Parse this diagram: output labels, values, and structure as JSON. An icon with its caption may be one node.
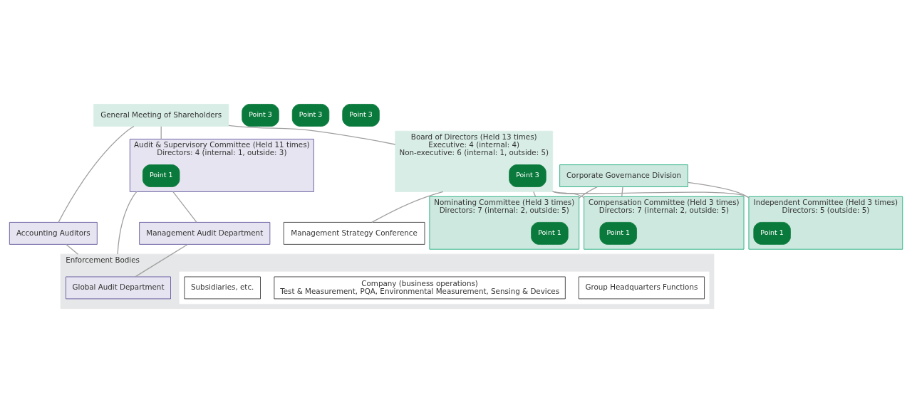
{
  "diagram": {
    "nodes": [
      {
        "text": [
          "General Meeting of Shareholders"
        ]
      },
      {
        "text": [
          "Board of Directors (Held 13 times)",
          "Executive: 4 (internal: 4)",
          "Non-executive: 6 (internal: 1, outside: 5)"
        ]
      },
      {
        "text": [
          "Point 3"
        ],
        "in": 1
      },
      {
        "text": [
          "Audit & Supervisory Committee (Held 11 times)",
          "Directors: 4 (internal: 1, outside: 3)"
        ]
      },
      {
        "text": [
          "Point 1"
        ],
        "in": 3
      },
      {
        "text": [
          "Point 3"
        ]
      },
      {
        "text": [
          "Management Audit Department"
        ]
      },
      {
        "text": [
          "Point 3"
        ]
      },
      {
        "text": [
          "Accounting Auditors"
        ]
      },
      {
        "text": [
          "Corporate Governance Division"
        ]
      },
      {
        "text": [
          "Nominating Committee (Held 3 times)",
          "Directors: 7 (internal: 2, outside: 5)"
        ]
      },
      {
        "text": [
          "Point 1"
        ],
        "in": 10
      },
      {
        "text": [
          "Compensation Committee (Held 3 times)",
          "Directors: 7 (internal: 2, outside: 5)"
        ]
      },
      {
        "text": [
          "Point 1"
        ],
        "in": 12
      },
      {
        "text": [
          "Independent Committee (Held 3 times)",
          "Directors: 5 (outside: 5)"
        ]
      },
      {
        "text": [
          "Point 1"
        ],
        "in": 14
      },
      {
        "text": [
          "Point 3"
        ]
      },
      {
        "text": [
          "Management Strategy Conference"
        ]
      },
      {
        "text": [
          "Enforcement Bodies"
        ]
      },
      {
        "text": [
          "Global Audit Department"
        ],
        "in": 18
      },
      {
        "text": [],
        "shape": "box",
        "in": 18
      },
      {
        "text": [
          "Group Headquarters Functions"
        ],
        "in": 20
      },
      {
        "text": [
          "Company (business operations)",
          "Test & Measurement, PQA, Environmental Measurement, Sensing & Devices"
        ],
        "in": 20
      },
      {
        "text": [
          "Subsidiaries, etc."
        ],
        "in": 20
      }
    ],
    "edges": [
      {
        "from": 0,
        "to": 8,
        "arrow": "none"
      },
      {
        "from": 8,
        "to": 18,
        "arrow": "none"
      },
      {
        "from": 0,
        "to": 3,
        "arrow": "none"
      },
      {
        "from": 3,
        "to": 6,
        "arrow": "none"
      },
      {
        "from": 6,
        "to": 19,
        "arrow": "none"
      },
      {
        "from": 3,
        "to": 18,
        "arrow": "none"
      },
      {
        "from": 0,
        "to": 1,
        "arrow": "none"
      },
      {
        "from": 1,
        "to": 17,
        "arrow": "none"
      },
      {
        "from": 1,
        "to": 10,
        "arrow": "none"
      },
      {
        "from": 1,
        "to": 12,
        "arrow": "none"
      },
      {
        "from": 1,
        "to": 14,
        "arrow": "none"
      },
      {
        "from": 9,
        "to": 10,
        "arrow": "none"
      },
      {
        "from": 9,
        "to": 12,
        "arrow": "none"
      },
      {
        "from": 9,
        "to": 14,
        "arrow": "none"
      }
    ]
  }
}
